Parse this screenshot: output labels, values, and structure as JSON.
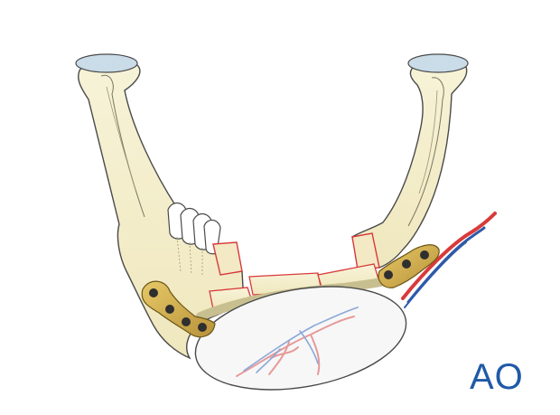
{
  "figure": {
    "subject": "mandible-reconstruction-with-fibula-flap",
    "icons": [
      "mandible-bone",
      "condyle-cartilage",
      "teeth",
      "reconstruction-plate",
      "bone-screws",
      "bone-graft-segments",
      "skin-paddle",
      "vascular-pedicle",
      "skin-paddle-vessels",
      "ao-logo"
    ],
    "colors": {
      "bone_fill": "#f5f0cd",
      "bone_outline": "#4a4a4a",
      "cartilage": "#c9dce8",
      "cut_surface": "#d9383a",
      "plate": "#d4b24a",
      "plate_outline": "#6b5618",
      "skin_paddle": "#f7f7f7",
      "artery": "#d93a3a",
      "vein": "#2e5aa8",
      "logo": "#1f5aa6"
    }
  },
  "logo": {
    "text": "AO"
  }
}
